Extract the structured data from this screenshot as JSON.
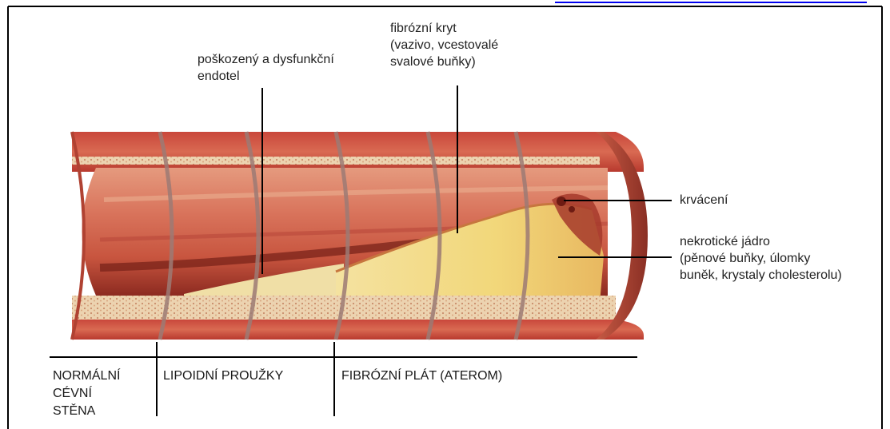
{
  "labels": {
    "endothelium": "poškozený a dysfunkční\nendotel",
    "fibrous_cap": "fibrózní kryt\n(vazivo, vcestovalé\nsvalové buňky)",
    "hemorrhage": "krvácení",
    "necrotic_core": "nekrotické jádro\n(pěnové buňky, úlomky\nbuněk, krystaly cholesterolu)"
  },
  "stages": {
    "normal": "NORMÁLNÍ\nCÉVNÍ\nSTĚNA",
    "fatty_streaks": "LIPOIDNÍ PROUŽKY",
    "fibrous_plaque": "FIBRÓZNÍ PLÁT (ATEROM)"
  },
  "colors": {
    "wall_outer": "#c44a3e",
    "wall_inner": "#e8917a",
    "intima_band": "#e2b88c",
    "lumen": "#d9745c",
    "plaque": "#f2d77a",
    "blood_dark": "#5a1a14",
    "link": "#0000ee"
  }
}
